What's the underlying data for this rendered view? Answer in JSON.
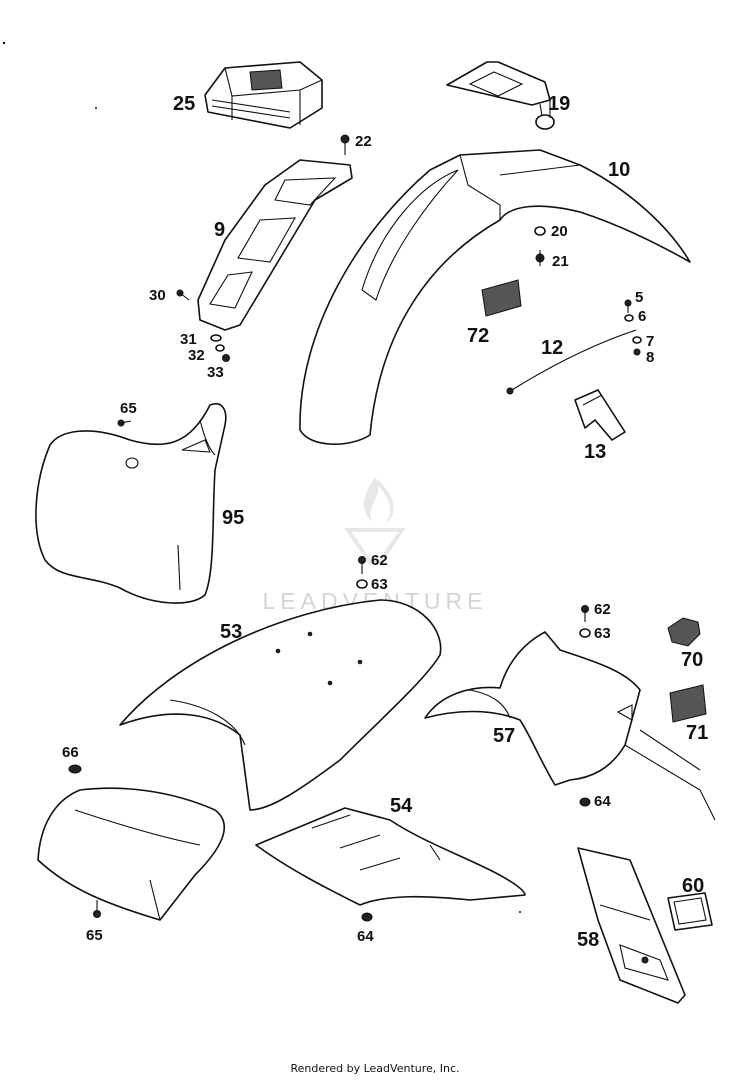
{
  "labels": {
    "p25": "25",
    "p19": "19",
    "p22": "22",
    "p10": "10",
    "p9": "9",
    "p20": "20",
    "p21": "21",
    "p30": "30",
    "p5": "5",
    "p6": "6",
    "p72": "72",
    "p12": "12",
    "p7": "7",
    "p8": "8",
    "p31": "31",
    "p32": "32",
    "p33": "33",
    "p65a": "65",
    "p13": "13",
    "p95": "95",
    "p62a": "62",
    "p63a": "63",
    "p53": "53",
    "p62b": "62",
    "p63b": "63",
    "p70": "70",
    "p71": "71",
    "p57": "57",
    "p66": "66",
    "p54": "54",
    "p64a": "64",
    "p65b": "65",
    "p64b": "64",
    "p60": "60",
    "p58": "58"
  },
  "watermark": "LEADVENTURE",
  "footer": "Rendered by LeadVenture, Inc."
}
